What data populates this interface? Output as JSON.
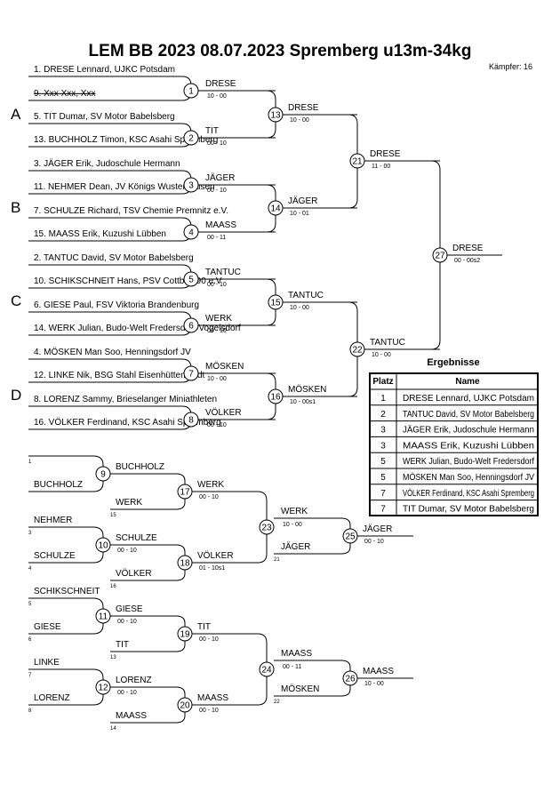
{
  "header": {
    "title": "LEM BB 2023  08.07.2023  Spremberg   u13m-34kg",
    "fighters_count": "Kämpfer: 16"
  },
  "pools": [
    "A",
    "B",
    "C",
    "D"
  ],
  "entries": [
    "1. DRESE Lennard, UJKC Potsdam",
    "9. Xxx Xxx, Xxx",
    "5. TIT Dumar, SV Motor Babelsberg",
    "13. BUCHHOLZ Timon, KSC Asahi Spremberg",
    "3. JÄGER Erik, Judoschule Hermann",
    "11. NEHMER Dean, JV Königs Wusterhausen",
    "7. SCHULZE Richard, TSV Chemie Premnitz e.V.",
    "15. MAASS Erik, Kuzushi Lübben",
    "2. TANTUC David, SV Motor Babelsberg",
    "10. SCHIKSCHNEIT Hans, PSV Cottbus 90 e.V",
    "6. GIESE Paul, FSV Viktoria Brandenburg",
    "14. WERK Julian, Budo-Welt Fredersdorf-Vogelsdorf",
    "4. MÖSKEN Man Soo, Henningsdorf JV",
    "12. LINKE Nik, BSG Stahl Eisenhüttenstadt",
    "8. LORENZ Sammy, Brieselanger Miniathleten",
    "16. VÖLKER Ferdinand, KSC Asahi Spremberg"
  ],
  "main_bracket": {
    "round1": [
      {
        "num": "1",
        "winner": "DRESE",
        "score": "10 - 00"
      },
      {
        "num": "2",
        "winner": "TIT",
        "score": "00 - 10"
      },
      {
        "num": "3",
        "winner": "JÄGER",
        "score": "00 - 10"
      },
      {
        "num": "4",
        "winner": "MAASS",
        "score": "00 - 11"
      },
      {
        "num": "5",
        "winner": "TANTUC",
        "score": "00 - 10"
      },
      {
        "num": "6",
        "winner": "WERK",
        "score": "00 - 10"
      },
      {
        "num": "7",
        "winner": "MÖSKEN",
        "score": "10 - 00"
      },
      {
        "num": "8",
        "winner": "VÖLKER",
        "score": "00 - 10"
      }
    ],
    "round2": [
      {
        "num": "13",
        "winner": "DRESE",
        "score": "10 - 00"
      },
      {
        "num": "14",
        "winner": "JÄGER",
        "score": "10 - 01"
      },
      {
        "num": "15",
        "winner": "TANTUC",
        "score": "10 - 00"
      },
      {
        "num": "16",
        "winner": "MÖSKEN",
        "score": "10 - 00s1"
      }
    ],
    "round3": [
      {
        "num": "21",
        "winner": "DRESE",
        "score": "11 - 00"
      },
      {
        "num": "22",
        "winner": "TANTUC",
        "score": "10 - 00"
      }
    ],
    "final": {
      "num": "27",
      "winner": "DRESE",
      "score": "00 - 00s2"
    }
  },
  "repechage": {
    "lead_numbers": [
      "1",
      "15",
      "3",
      "4",
      "16",
      "5",
      "6",
      "13",
      "7",
      "8",
      "14"
    ],
    "r1": [
      {
        "num": "9",
        "top": "",
        "bottom": "BUCHHOLZ",
        "winner": "BUCHHOLZ",
        "score": ""
      },
      {
        "num": "10",
        "top": "NEHMER",
        "bottom": "SCHULZE",
        "winner": "SCHULZE",
        "score": "00 - 10"
      },
      {
        "num": "11",
        "top": "SCHIKSCHNEIT",
        "bottom": "GIESE",
        "winner": "GIESE",
        "score": "00 - 10"
      },
      {
        "num": "12",
        "top": "LINKE",
        "bottom": "LORENZ",
        "winner": "LORENZ",
        "score": "00 - 10"
      }
    ],
    "r2": [
      {
        "num": "17",
        "bottom": "WERK",
        "winner": "WERK",
        "score": "00 - 10"
      },
      {
        "num": "18",
        "bottom": "VÖLKER",
        "winner": "VÖLKER",
        "score": "01 - 10s1"
      },
      {
        "num": "19",
        "bottom": "TIT",
        "winner": "TIT",
        "score": "00 - 10"
      },
      {
        "num": "20",
        "bottom": "MAASS",
        "winner": "MAASS",
        "score": "00 - 10"
      }
    ],
    "r3": [
      {
        "num": "23",
        "top": "WERK",
        "bottom": "JÄGER",
        "winner": "WERK",
        "score": "10 - 00",
        "lead": "21"
      },
      {
        "num": "24",
        "top": "MAASS",
        "bottom": "MÖSKEN",
        "winner": "MAASS",
        "score": "00 - 11",
        "lead": "22"
      }
    ],
    "r4": [
      {
        "num": "25",
        "winner": "JÄGER",
        "score": "00 - 10"
      },
      {
        "num": "26",
        "winner": "MAASS",
        "score": "10 - 00"
      }
    ]
  },
  "results": {
    "title": "Ergebnisse",
    "col_place": "Platz",
    "col_name": "Name",
    "rows": [
      {
        "place": "1",
        "name": "DRESE Lennard, UJKC Potsdam"
      },
      {
        "place": "2",
        "name": "TANTUC David, SV Motor Babelsberg"
      },
      {
        "place": "3",
        "name": "JÄGER Erik, Judoschule Hermann"
      },
      {
        "place": "3",
        "name": "MAASS Erik, Kuzushi Lübben"
      },
      {
        "place": "5",
        "name": "WERK Julian, Budo-Welt Fredersdorf"
      },
      {
        "place": "5",
        "name": "MÖSKEN Man Soo, Henningsdorf JV"
      },
      {
        "place": "7",
        "name": "VÖLKER Ferdinand, KSC Asahi Spremberg"
      },
      {
        "place": "7",
        "name": "TIT Dumar, SV Motor Babelsberg"
      }
    ]
  }
}
